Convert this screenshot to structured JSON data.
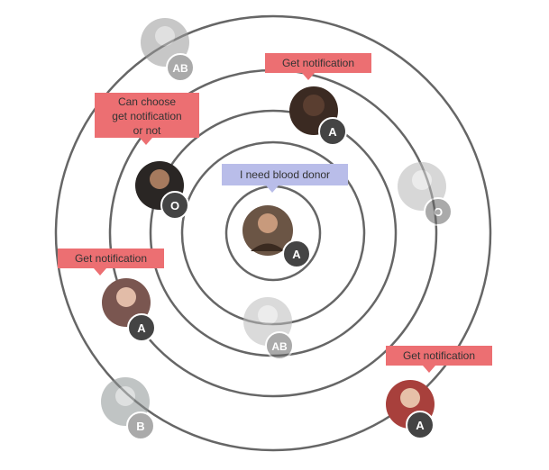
{
  "center_callout": "I need blood donor",
  "callouts": {
    "top": "Get notification",
    "choose_line1": "Can choose",
    "choose_line2": "get notification",
    "choose_line3": "or not",
    "left": "Get notification",
    "bottom_right": "Get notification"
  },
  "people": [
    {
      "id": "center",
      "blood": "A",
      "state": "active",
      "tone": "#6b5545"
    },
    {
      "id": "top-left",
      "blood": "AB",
      "state": "faded",
      "tone": "#9a9a9a"
    },
    {
      "id": "top-right",
      "blood": "A",
      "state": "active",
      "tone": "#3b2a22"
    },
    {
      "id": "mid-left",
      "blood": "O",
      "state": "active",
      "tone": "#2a2624"
    },
    {
      "id": "mid-right",
      "blood": "O",
      "state": "faded",
      "tone": "#b8b8b8"
    },
    {
      "id": "lower-left",
      "blood": "A",
      "state": "active",
      "tone": "#7a5650"
    },
    {
      "id": "lower-center",
      "blood": "AB",
      "state": "faded",
      "tone": "#bcbcbc"
    },
    {
      "id": "bottom-left",
      "blood": "B",
      "state": "faded",
      "tone": "#8e9494"
    },
    {
      "id": "bottom-right",
      "blood": "A",
      "state": "active",
      "tone": "#a8403c"
    }
  ],
  "colors": {
    "ring": "#666666",
    "badge": "#444444",
    "badge_faded": "#666666",
    "notify": "#ec6f72",
    "request": "#b9bde9"
  }
}
